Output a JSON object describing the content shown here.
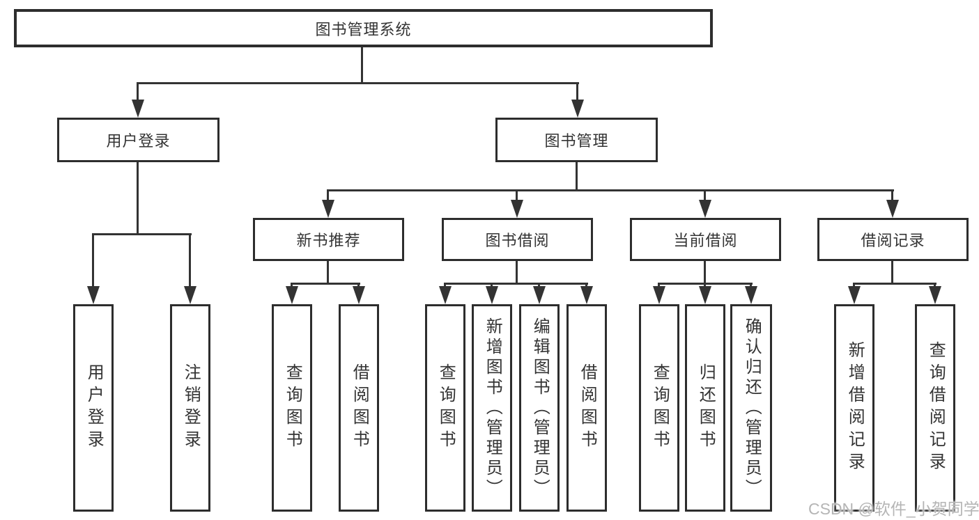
{
  "diagram": {
    "type": "hierarchy-flowchart",
    "colors": {
      "background": "#ffffff",
      "line": "#333333",
      "box_border": "#2d2d2d",
      "text": "#333333",
      "watermark_text": "#b5b5b5"
    },
    "tree": {
      "root": {
        "label": "图书管理系统"
      },
      "branches": [
        {
          "label": "用户登录",
          "leaves": [
            {
              "label": "用户登录"
            },
            {
              "label": "注销登录"
            }
          ]
        },
        {
          "label": "图书管理",
          "sections": [
            {
              "label": "新书推荐",
              "leaves": [
                {
                  "label": "查询图书"
                },
                {
                  "label": "借阅图书"
                }
              ]
            },
            {
              "label": "图书借阅",
              "leaves": [
                {
                  "label": "查询图书"
                },
                {
                  "label": "新增图书（管理员）"
                },
                {
                  "label": "编辑图书（管理员）"
                },
                {
                  "label": "借阅图书"
                }
              ]
            },
            {
              "label": "当前借阅",
              "leaves": [
                {
                  "label": "查询图书"
                },
                {
                  "label": "归还图书"
                },
                {
                  "label": "确认归还（管理员）"
                }
              ]
            },
            {
              "label": "借阅记录",
              "leaves": [
                {
                  "label": "新增借阅记录"
                },
                {
                  "label": "查询借阅记录"
                }
              ]
            }
          ]
        }
      ]
    },
    "watermark": {
      "text": "CSDN @软件_小贺同学"
    }
  }
}
